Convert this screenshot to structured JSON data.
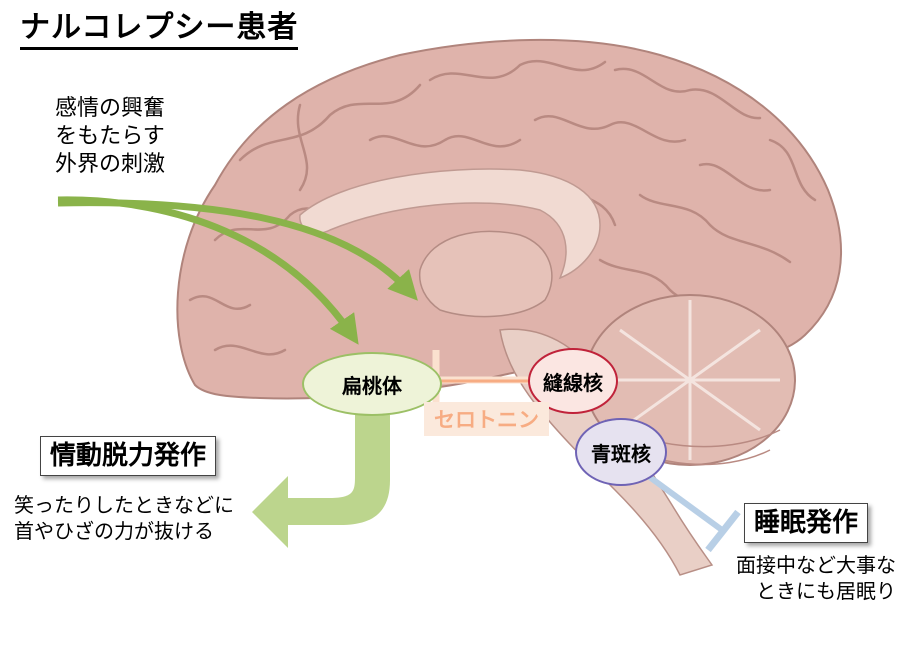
{
  "title": "ナルコレプシー患者",
  "stimulus": {
    "lines": [
      "感情の興奮",
      "をもたらす",
      "外界の刺激"
    ]
  },
  "nodes": {
    "amygdala": "扁桃体",
    "raphe": "縫線核",
    "locus": "青斑核"
  },
  "serotonin_label": "セロトニン",
  "cataplexy": {
    "label": "情動脱力発作",
    "desc": [
      "笑ったりしたときなどに",
      "首やひざの力が抜ける"
    ]
  },
  "sleep_attack": {
    "label": "睡眠発作",
    "desc": [
      "面接中など大事な",
      "ときにも居眠り"
    ]
  },
  "colors": {
    "stimulus_arrow": "#8ab34a",
    "cataplexy_arrow": "#bcd58d",
    "serotonin": "#f7ac83",
    "locus_inhibition": "#b8cfe6",
    "brain": "#dfb3ab"
  }
}
